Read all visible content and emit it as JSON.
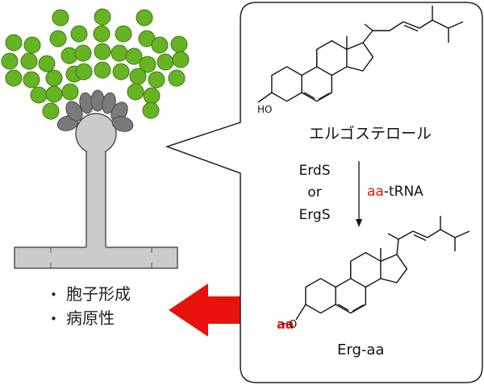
{
  "bullets": [
    {
      "symbol": "•",
      "text": "胞子形成"
    },
    {
      "symbol": "•",
      "text": "病原性"
    }
  ],
  "molecule_top": {
    "name": "エルゴステロール",
    "hydroxyl_label": "HO"
  },
  "enzymes": {
    "line1": "ErdS",
    "line2": "or",
    "line3": "ErgS"
  },
  "cosubstrate": {
    "aa": "aa",
    "rest": "-tRNA"
  },
  "molecule_bottom": {
    "name": "Erg-aa",
    "aa_label": "aa",
    "oxygen_label": "O"
  },
  "colors": {
    "spore_green": "#66b323",
    "spore_stroke": "#3e7a0e",
    "phialide_gray": "#7a7a7a",
    "hypha_gray": "#cbcbcb",
    "outline": "#4a4a4a",
    "arrow_red": "#e8120c",
    "text_red": "#e8120c"
  }
}
